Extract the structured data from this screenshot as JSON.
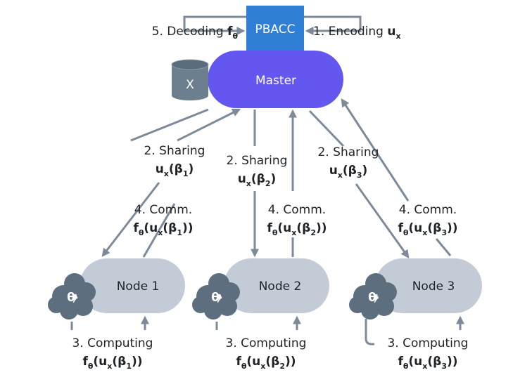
{
  "pbacc": {
    "label": "PBACC",
    "color": "#2f7fd6"
  },
  "master": {
    "label": "Master",
    "color": "#6457f0"
  },
  "database": {
    "label": "X",
    "color": "#6b7f8f"
  },
  "steps": {
    "decoding": {
      "text": "5. Decoding ",
      "math": "f",
      "sub": "θ"
    },
    "encoding": {
      "text": "1. Encoding ",
      "math": "u",
      "sub": "x"
    }
  },
  "nodes": [
    {
      "label": "Node 1",
      "theta": "θ",
      "sharing": {
        "title": "2. Sharing",
        "expr": "u",
        "sub": "x",
        "arg": "(β",
        "argsub": "1",
        "close": ")"
      },
      "comm": {
        "title": "4. Comm.",
        "f": "f",
        "fsub": "θ",
        "mid": "(u",
        "midsub": "x",
        "arg": "(β",
        "argsub": "1",
        "close": "))"
      },
      "computing": {
        "title": "3. Computing",
        "f": "f",
        "fsub": "θ",
        "mid": "(u",
        "midsub": "x",
        "arg": "(β",
        "argsub": "1",
        "close": "))"
      }
    },
    {
      "label": "Node 2",
      "theta": "θ",
      "sharing": {
        "title": "2. Sharing",
        "expr": "u",
        "sub": "x",
        "arg": "(β",
        "argsub": "2",
        "close": ")"
      },
      "comm": {
        "title": "4. Comm.",
        "f": "f",
        "fsub": "θ",
        "mid": "(u",
        "midsub": "x",
        "arg": "(β",
        "argsub": "2",
        "close": "))"
      },
      "computing": {
        "title": "3. Computing",
        "f": "f",
        "fsub": "θ",
        "mid": "(u",
        "midsub": "x",
        "arg": "(β",
        "argsub": "2",
        "close": "))"
      }
    },
    {
      "label": "Node 3",
      "theta": "θ",
      "sharing": {
        "title": "2. Sharing",
        "expr": "u",
        "sub": "x",
        "arg": "(β",
        "argsub": "3",
        "close": ")"
      },
      "comm": {
        "title": "4. Comm.",
        "f": "f",
        "fsub": "θ",
        "mid": "(u",
        "midsub": "x",
        "arg": "(β",
        "argsub": "3",
        "close": "))"
      },
      "computing": {
        "title": "3. Computing",
        "f": "f",
        "fsub": "θ",
        "mid": "(u",
        "midsub": "x",
        "arg": "(β",
        "argsub": "3",
        "close": "))"
      }
    }
  ],
  "colors": {
    "node": "#c3ccd6",
    "cloud": "#5d6e7e",
    "arrow": "#7c8a9a",
    "text": "#1f2328"
  }
}
